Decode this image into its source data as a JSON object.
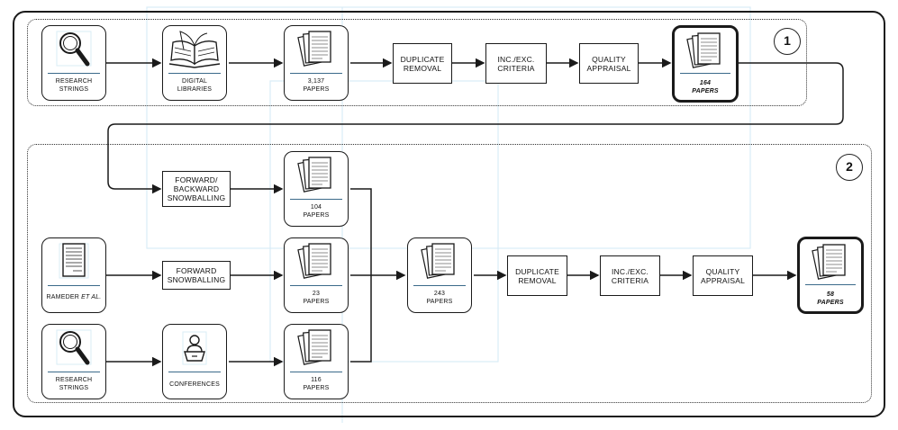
{
  "groups": [
    {
      "label": "1"
    },
    {
      "label": "2"
    }
  ],
  "phase1": {
    "research_strings": "RESEARCH\nSTRINGS",
    "digital_libraries": "DIGITAL\nLIBRARIES",
    "papers_found": "3,137\nPAPERS",
    "duplicate_removal": "DUPLICATE\nREMOVAL",
    "inc_exc_criteria": "INC./EXC.\nCRITERIA",
    "quality_appraisal": "QUALITY\nAPPRAISAL",
    "result": "164\nPAPERS"
  },
  "phase2": {
    "snowballing_fb": "FORWARD/\nBACKWARD\nSNOWBALLING",
    "papers_fb": "104\nPAPERS",
    "rameder_prefix": "RAMEDER ",
    "rameder_suffix": "ET AL.",
    "forward_snowballing": "FORWARD\nSNOWBALLING",
    "papers_fw": "23\nPAPERS",
    "research_strings": "RESEARCH\nSTRINGS",
    "conferences": "CONFERENCES",
    "papers_conf": "116\nPAPERS",
    "papers_merged": "243\nPAPERS",
    "duplicate_removal": "DUPLICATE\nREMOVAL",
    "inc_exc_criteria": "INC./EXC.\nCRITERIA",
    "quality_appraisal": "QUALITY\nAPPRAISAL",
    "result": "58\nPAPERS"
  },
  "icons": [
    "magnifier-icon",
    "open-book-icon",
    "papers-stack-icon",
    "document-icon",
    "presenter-icon"
  ],
  "colors": {
    "line": "#1a1a1a",
    "accent": "#3b6a8a",
    "guide": "#d9ecf6"
  }
}
